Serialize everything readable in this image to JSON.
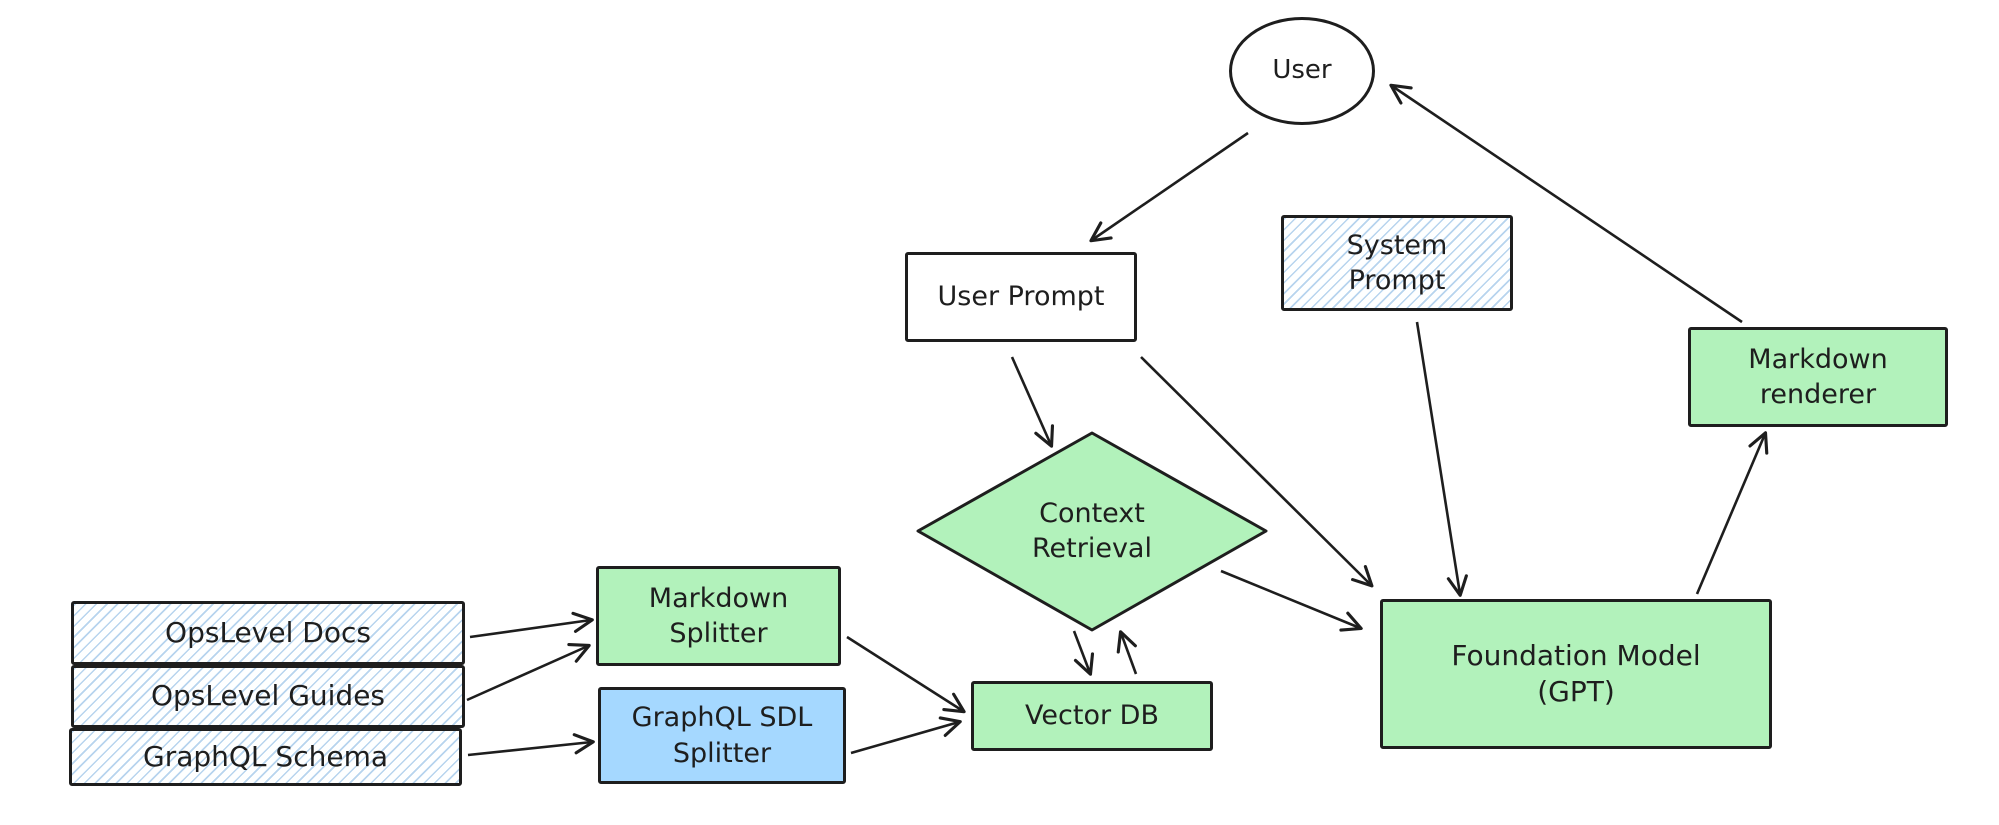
{
  "diagram": {
    "colors": {
      "green": "#b2f2bb",
      "blue": "#a5d8ff",
      "stroke": "#1e1e1e"
    },
    "nodes": {
      "user": {
        "label": "User",
        "shape": "ellipse",
        "fill": "white"
      },
      "user_prompt": {
        "label": "User Prompt",
        "shape": "rectangle",
        "fill": "white"
      },
      "system_prompt": {
        "label": "System\nPrompt",
        "shape": "rectangle",
        "fill": "blue-hatch"
      },
      "markdown_renderer": {
        "label": "Markdown\nrenderer",
        "shape": "rectangle",
        "fill": "green"
      },
      "context_retrieval": {
        "label": "Context\nRetrieval",
        "shape": "diamond",
        "fill": "green"
      },
      "foundation_model": {
        "label": "Foundation Model\n(GPT)",
        "shape": "rectangle",
        "fill": "green"
      },
      "vector_db": {
        "label": "Vector DB",
        "shape": "rectangle",
        "fill": "green"
      },
      "markdown_splitter": {
        "label": "Markdown\nSplitter",
        "shape": "rectangle",
        "fill": "green"
      },
      "graphql_sdl_splitter": {
        "label": "GraphQL SDL\nSplitter",
        "shape": "rectangle",
        "fill": "blue"
      },
      "opslevel_docs": {
        "label": "OpsLevel Docs",
        "shape": "rectangle",
        "fill": "blue-hatch"
      },
      "opslevel_guides": {
        "label": "OpsLevel Guides",
        "shape": "rectangle",
        "fill": "blue-hatch"
      },
      "graphql_schema": {
        "label": "GraphQL Schema",
        "shape": "rectangle",
        "fill": "blue-hatch"
      }
    },
    "edges": [
      {
        "from": "user",
        "to": "user_prompt"
      },
      {
        "from": "markdown_renderer",
        "to": "user"
      },
      {
        "from": "user_prompt",
        "to": "context_retrieval"
      },
      {
        "from": "user_prompt",
        "to": "foundation_model"
      },
      {
        "from": "system_prompt",
        "to": "foundation_model"
      },
      {
        "from": "context_retrieval",
        "to": "foundation_model"
      },
      {
        "from": "context_retrieval",
        "to": "vector_db"
      },
      {
        "from": "vector_db",
        "to": "context_retrieval"
      },
      {
        "from": "markdown_splitter",
        "to": "vector_db"
      },
      {
        "from": "graphql_sdl_splitter",
        "to": "vector_db"
      },
      {
        "from": "opslevel_docs",
        "to": "markdown_splitter"
      },
      {
        "from": "opslevel_guides",
        "to": "markdown_splitter"
      },
      {
        "from": "graphql_schema",
        "to": "graphql_sdl_splitter"
      },
      {
        "from": "foundation_model",
        "to": "markdown_renderer"
      }
    ]
  }
}
